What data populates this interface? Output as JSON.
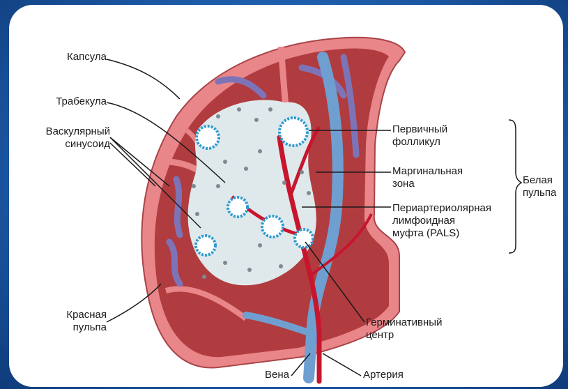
{
  "labels": {
    "capsule": "Капсула",
    "trabecula": "Трабекула",
    "vascular_sinusoid_1": "Васкулярный",
    "vascular_sinusoid_2": "синусоид",
    "primary_follicle_1": "Первичный",
    "primary_follicle_2": "фолликул",
    "marginal_zone_1": "Маргинальная",
    "marginal_zone_2": "зона",
    "pals_1": "Периартериолярная",
    "pals_2": "лимфоидная",
    "pals_3": "муфта (PALS)",
    "white_pulp_1": "Белая",
    "white_pulp_2": "пульпа",
    "red_pulp_1": "Красная",
    "red_pulp_2": "пульпа",
    "germinal_center_1": "Герминативный",
    "germinal_center_2": "центр",
    "vein": "Вена",
    "artery": "Артерия"
  },
  "colors": {
    "capsule": "#e8868a",
    "red_pulp": "#b13c3f",
    "white_pulp": "#dfe9ec",
    "vein": "#6f9fd0",
    "artery": "#c8152e",
    "follicle_ring": "#2e9bd1"
  }
}
